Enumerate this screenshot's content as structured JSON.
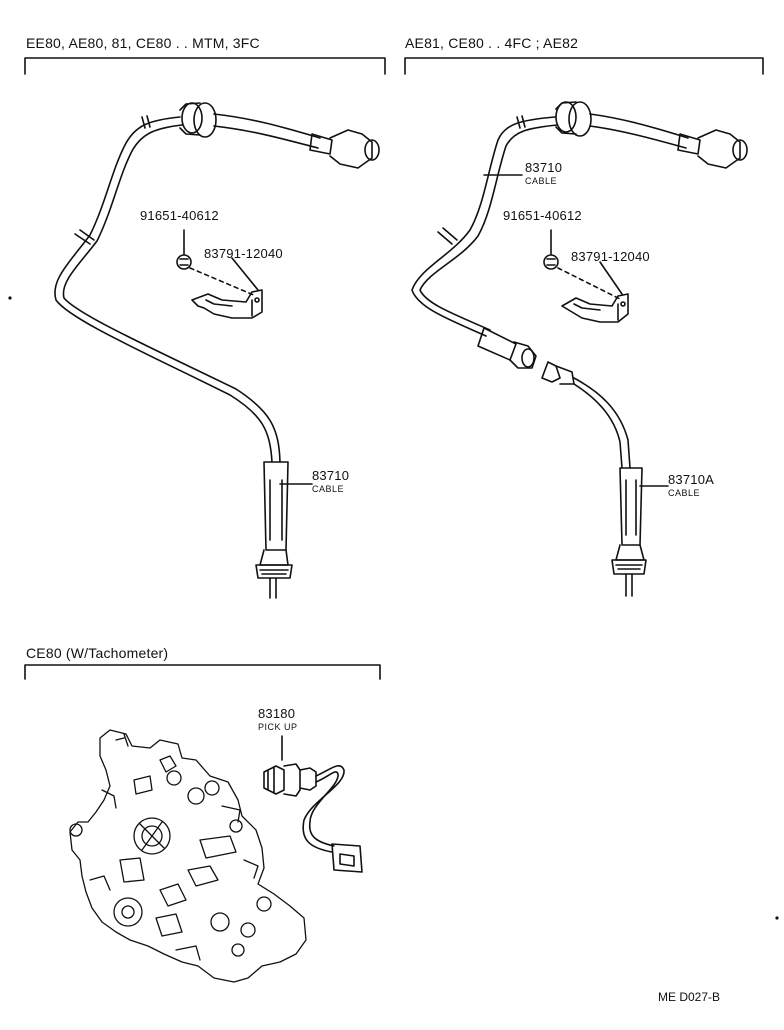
{
  "sections": {
    "left": {
      "title": "EE80, AE80, 81, CE80 . . MTM, 3FC",
      "bolt_part": "91651-40612",
      "bracket_part": "83791-12040",
      "cable_part": "83710",
      "cable_label": "CABLE"
    },
    "right": {
      "title": "AE81, CE80 . . 4FC ; AE82",
      "upper_cable_part": "83710",
      "upper_cable_label": "CABLE",
      "bolt_part": "91651-40612",
      "bracket_part": "83791-12040",
      "lower_cable_part": "83710A",
      "lower_cable_label": "CABLE"
    },
    "bottom": {
      "title": "CE80 (W/Tachometer)",
      "pickup_part": "83180",
      "pickup_label": "PICK UP"
    }
  },
  "diagram_code": "ME D027-B"
}
